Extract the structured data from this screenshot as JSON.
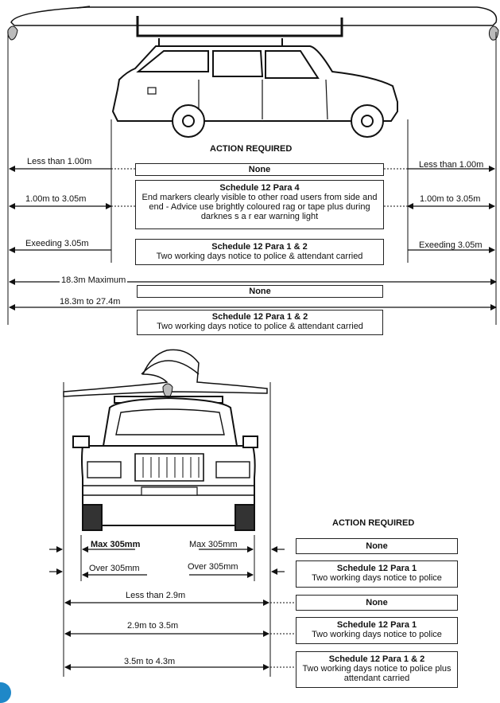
{
  "top": {
    "heading": "ACTION REQUIRED",
    "rows": [
      {
        "left_label": "Less than 1.00m",
        "right_label": "Less than 1.00m",
        "box_title": "None",
        "box_body": ""
      },
      {
        "left_label": "1.00m to 3.05m",
        "right_label": "1.00m to 3.05m",
        "box_title": "Schedule 12 Para 4",
        "box_body": "End markers clearly visible to other road users from side and end - Advice use brightly coloured rag or tape plus during darknes s a r ear warning light"
      },
      {
        "left_label": "Exeeding 3.05m",
        "right_label": "Exeeding 3.05m",
        "box_title": "Schedule 12 Para 1 & 2",
        "box_body": "Two working days notice to police & attendant carried"
      }
    ],
    "length_rows": [
      {
        "label": "18.3m Maximum",
        "box_title": "None",
        "box_body": ""
      },
      {
        "label": "18.3m  to 27.4m",
        "box_title": "Schedule 12 Para 1 & 2",
        "box_body": "Two working days notice to police & attendant carried"
      }
    ]
  },
  "bottom": {
    "heading": "ACTION REQUIRED",
    "side_rows": [
      {
        "left_label": "Max 305mm",
        "right_label": "Max 305mm",
        "box_title": "None",
        "box_body": ""
      },
      {
        "left_label": "Over 305mm",
        "right_label": "Over 305mm",
        "box_title": "Schedule 12 Para 1",
        "box_body": "Two working days notice to police"
      }
    ],
    "width_rows": [
      {
        "label": "Less than 2.9m",
        "box_title": "None",
        "box_body": ""
      },
      {
        "label": "2.9m to 3.5m",
        "box_title": "Schedule 12 Para 1",
        "box_body": "Two working days notice to police"
      },
      {
        "label": "3.5m to 4.3m",
        "box_title": "Schedule 12 Para 1 & 2",
        "box_body": "Two working days notice to police plus attendant carried"
      }
    ]
  }
}
